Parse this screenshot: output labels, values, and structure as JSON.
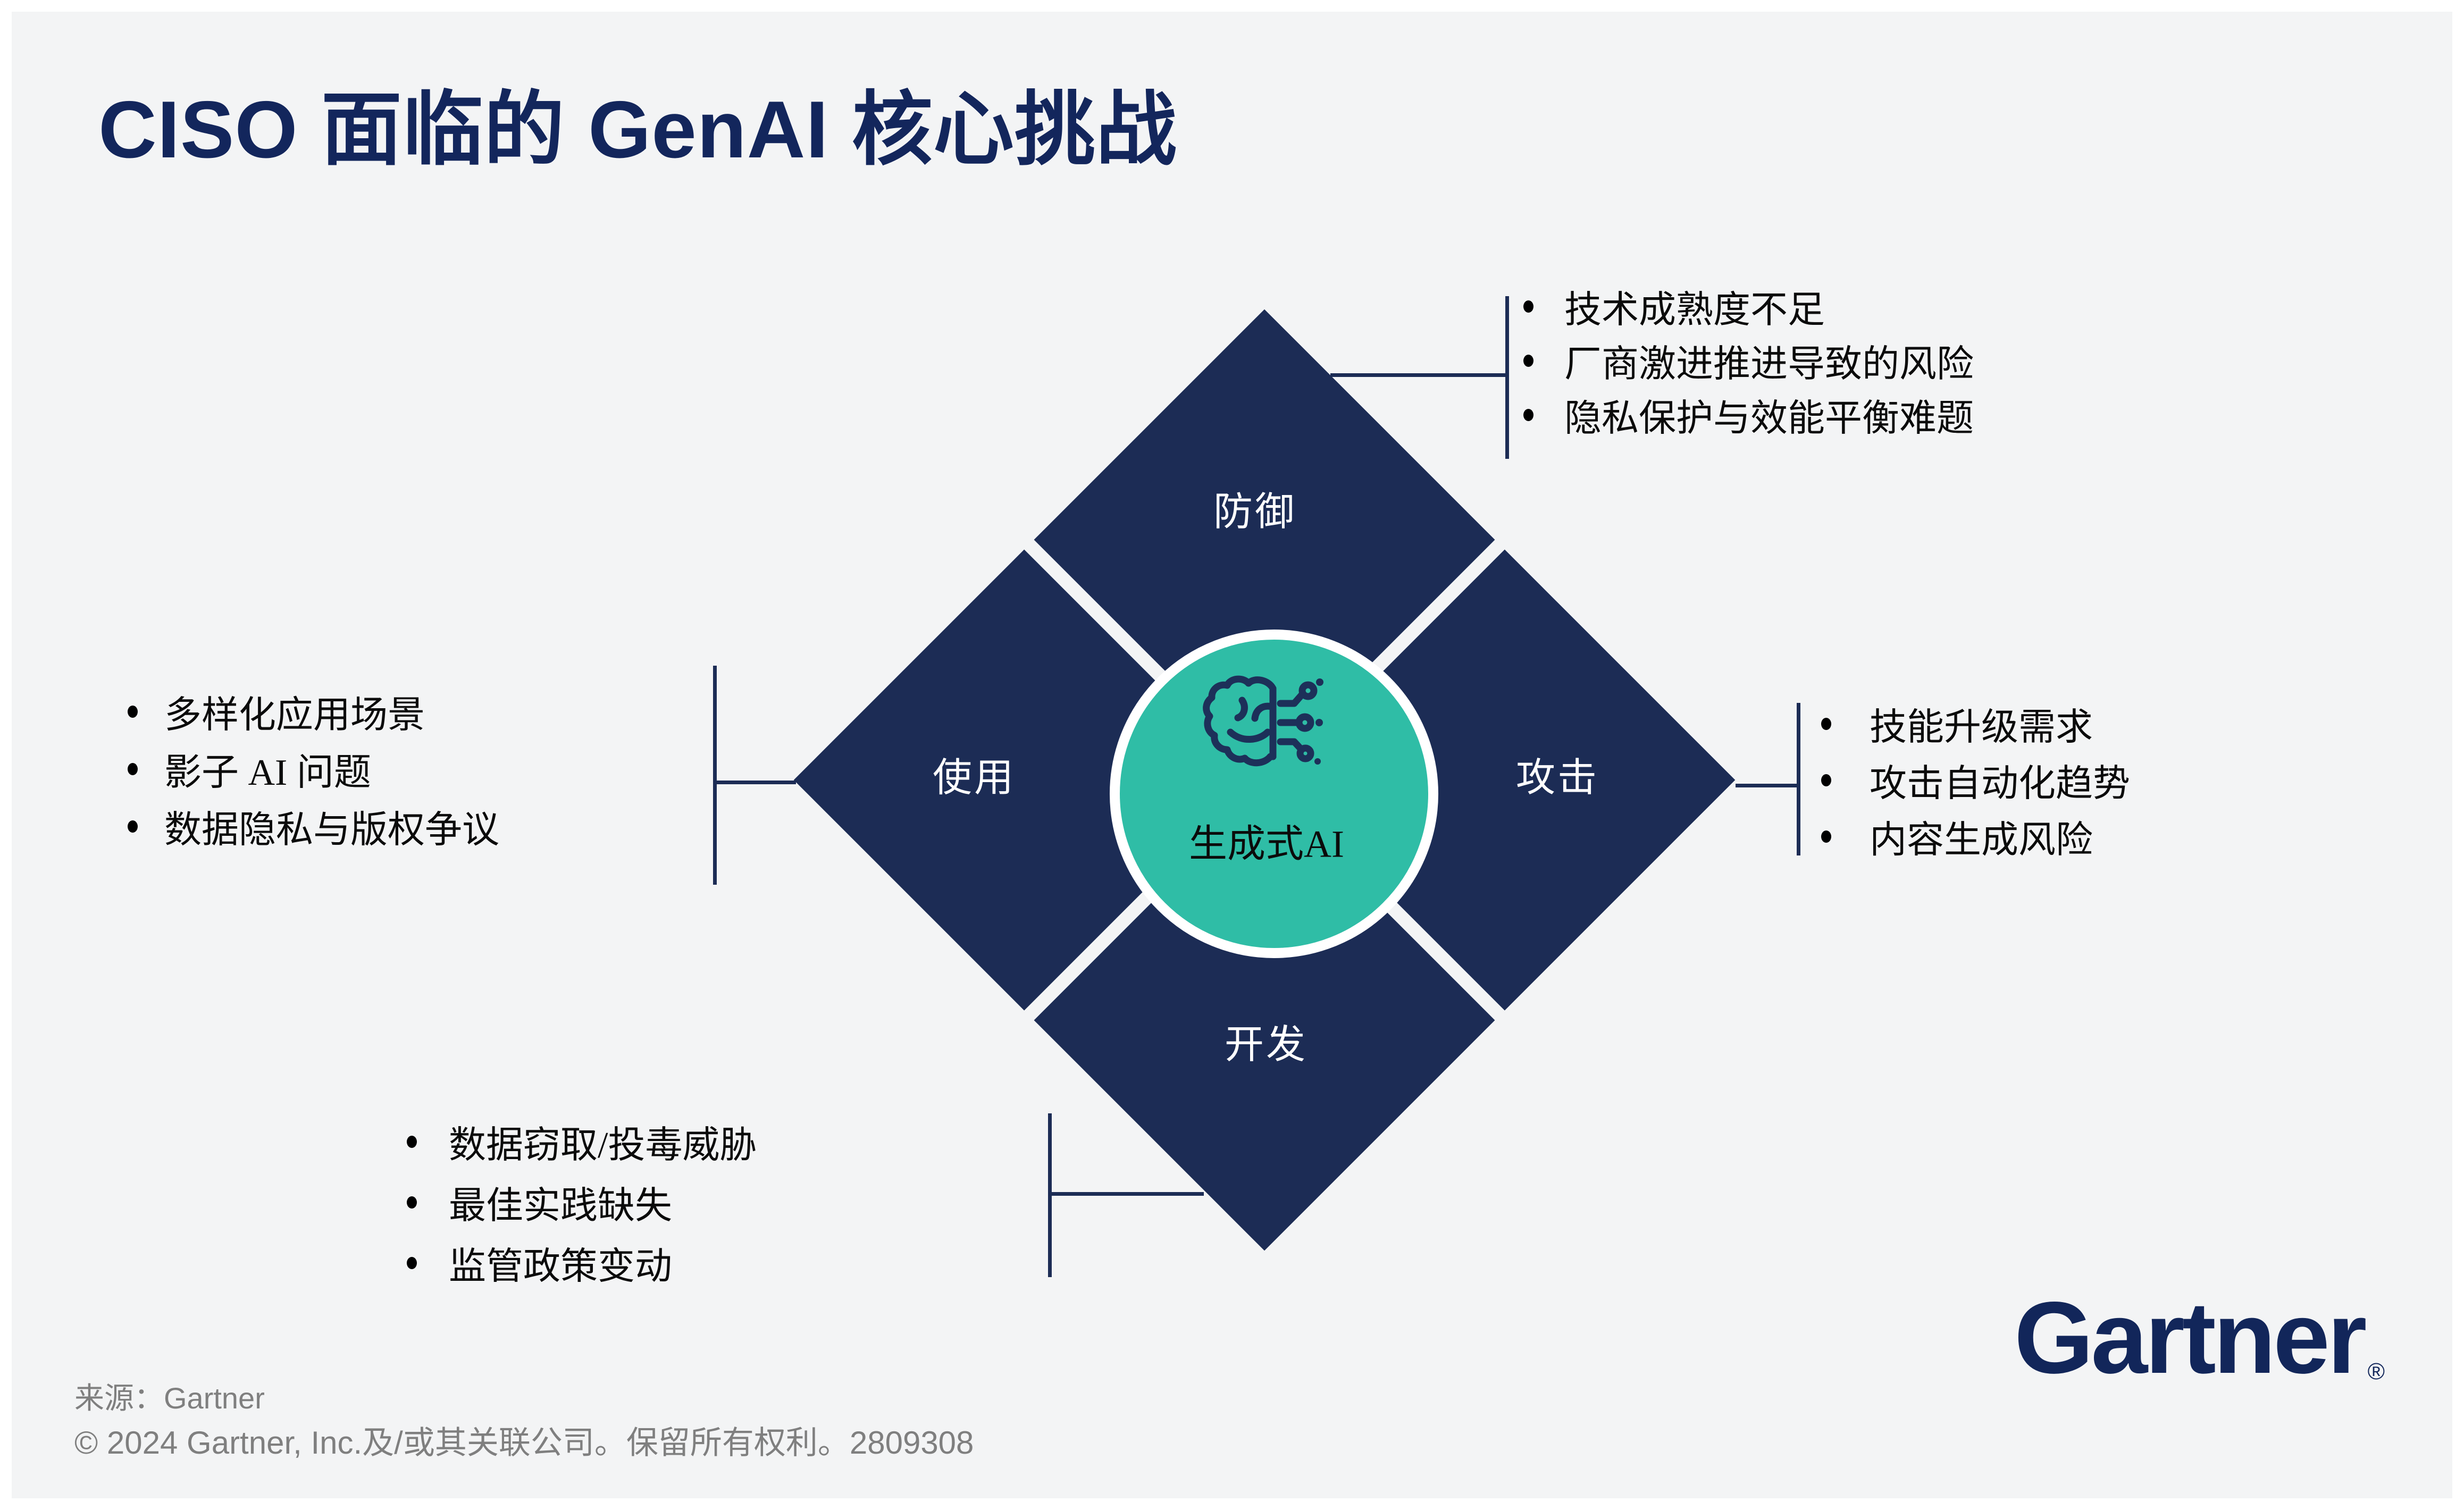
{
  "title": "CISO 面临的 GenAI 核心挑战",
  "colors": {
    "navy": "#1C2C55",
    "title_navy": "#13265C",
    "teal": "#2FBDA6",
    "background": "#F3F4F5",
    "footer_gray": "#7F7F7F"
  },
  "diamond": {
    "center_label": "生成式AI",
    "center_icon": "brain-circuit-icon",
    "quadrants": [
      {
        "id": "defense",
        "label": "防御"
      },
      {
        "id": "attack",
        "label": "攻击"
      },
      {
        "id": "development",
        "label": "开发"
      },
      {
        "id": "usage",
        "label": "使用"
      }
    ]
  },
  "callouts": {
    "defense": {
      "items": [
        "技术成熟度不足",
        "厂商激进推进导致的风险",
        "隐私保护与效能平衡难题"
      ]
    },
    "attack": {
      "items": [
        "技能升级需求",
        "攻击自动化趋势",
        "内容生成风险"
      ]
    },
    "usage": {
      "items": [
        "多样化应用场景",
        "影子 AI 问题",
        "数据隐私与版权争议"
      ]
    },
    "development": {
      "items": [
        "数据窃取/投毒威胁",
        "最佳实践缺失",
        "监管政策变动"
      ]
    }
  },
  "footer": {
    "source": "来源：Gartner",
    "copyright": "© 2024 Gartner, Inc.及/或其关联公司。保留所有权利。2809308"
  },
  "logo": {
    "text": "Gartner",
    "registered": "®"
  }
}
